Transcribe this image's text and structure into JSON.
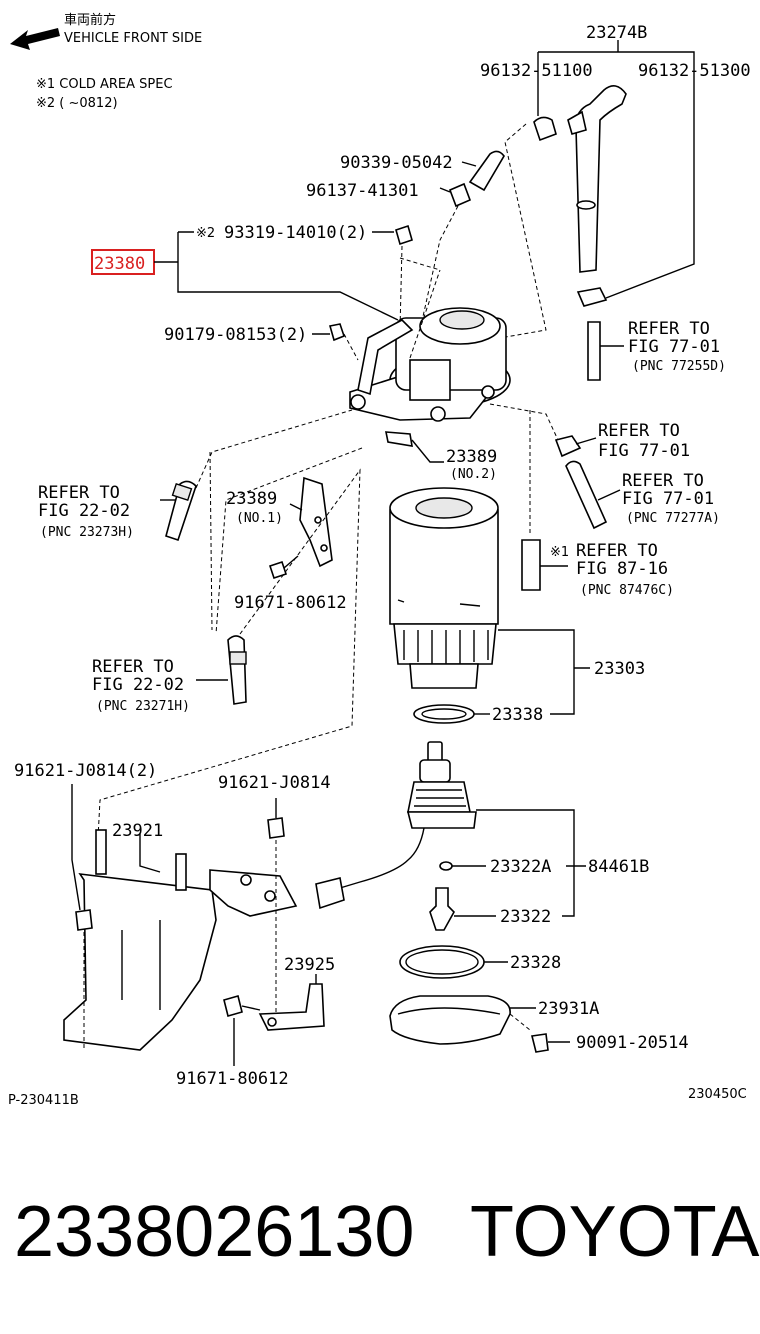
{
  "header": {
    "direction_jp": "車両前方",
    "direction_en": "VEHICLE FRONT SIDE",
    "note1": "※1 COLD AREA SPEC",
    "note2": "※2 (      ~0812)"
  },
  "highlight_color": "#d92020",
  "labels": {
    "p23274B": "23274B",
    "p96132_51100": "96132-51100",
    "p96132_51300": "96132-51300",
    "p90339_05042": "90339-05042",
    "p96137_41301": "96137-41301",
    "p93319_14010": "93319-14010(2)",
    "mark2": "※2",
    "p23380": "23380",
    "p90179_08153": "90179-08153(2)",
    "ref77_01a_1": "REFER TO",
    "ref77_01a_2": "FIG 77-01",
    "ref77_01a_3": "(PNC 77255D)",
    "ref77_01b_1": "REFER TO",
    "ref77_01b_2": "FIG 77-01",
    "ref77_01c_1": "REFER TO",
    "ref77_01c_2": "FIG 77-01",
    "ref77_01c_3": "(PNC 77277A)",
    "p23389_2": "23389",
    "p23389_2_sub": "(NO.2)",
    "ref22_02a_1": "REFER TO",
    "ref22_02a_2": "FIG 22-02",
    "ref22_02a_3": "(PNC 23273H)",
    "p23389_1": "23389",
    "p23389_1_sub": "(NO.1)",
    "mark1": "※1",
    "ref87_16_1": "REFER TO",
    "ref87_16_2": "FIG 87-16",
    "ref87_16_3": "(PNC 87476C)",
    "p91671_80612a": "91671-80612",
    "ref22_02b_1": "REFER TO",
    "ref22_02b_2": "FIG 22-02",
    "ref22_02b_3": "(PNC 23271H)",
    "p23303": "23303",
    "p23338": "23338",
    "p91621_J0814_2": "91621-J0814(2)",
    "p91621_J0814": "91621-J0814",
    "p23921": "23921",
    "p23322A": "23322A",
    "p84461B": "84461B",
    "p23322": "23322",
    "p23925": "23925",
    "p23328": "23328",
    "p23931A": "23931A",
    "p90091_20514": "90091-20514",
    "p91671_80612b": "91671-80612",
    "code_left": "P-230411B",
    "code_right": "230450C"
  },
  "footer": {
    "part_number": "2338026130",
    "brand": "TOYOTA"
  }
}
